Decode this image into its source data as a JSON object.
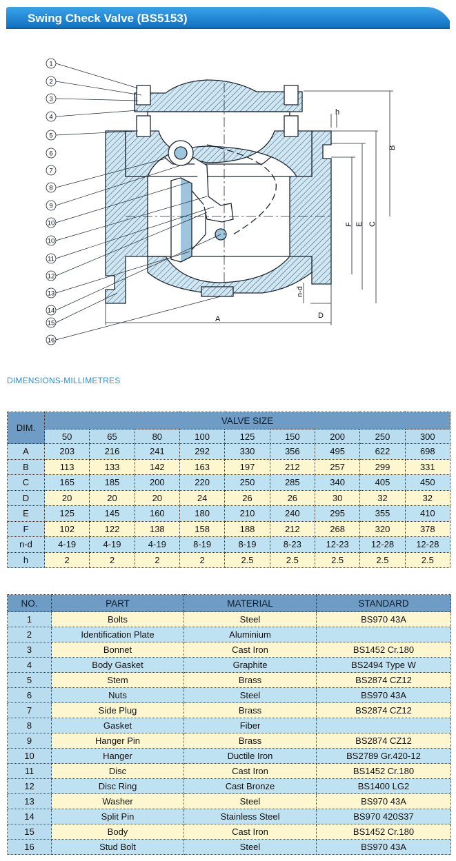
{
  "title": "Swing Check Valve (BS5153)",
  "drawing": {
    "callouts": [
      "1",
      "2",
      "3",
      "4",
      "5",
      "6",
      "7",
      "8",
      "9",
      "10",
      "10",
      "11",
      "12",
      "13",
      "14",
      "15",
      "16"
    ],
    "dimension_labels": {
      "A": "A",
      "B": "B",
      "C": "C",
      "D": "D",
      "E": "E",
      "F": "F",
      "h": "h",
      "nd": "n-d"
    }
  },
  "dims_heading": "DIMENSIONS-MILLIMETRES",
  "dims_table": {
    "dim_header": "DIM.",
    "valve_size_header": "VALVE SIZE",
    "sizes": [
      "50",
      "65",
      "80",
      "100",
      "125",
      "150",
      "200",
      "250",
      "300"
    ],
    "rows": [
      {
        "label": "A",
        "values": [
          "203",
          "216",
          "241",
          "292",
          "330",
          "356",
          "495",
          "622",
          "698"
        ]
      },
      {
        "label": "B",
        "values": [
          "113",
          "133",
          "142",
          "163",
          "197",
          "212",
          "257",
          "299",
          "331"
        ]
      },
      {
        "label": "C",
        "values": [
          "165",
          "185",
          "200",
          "220",
          "250",
          "285",
          "340",
          "405",
          "450"
        ]
      },
      {
        "label": "D",
        "values": [
          "20",
          "20",
          "20",
          "24",
          "26",
          "26",
          "30",
          "32",
          "32"
        ]
      },
      {
        "label": "E",
        "values": [
          "125",
          "145",
          "160",
          "180",
          "210",
          "240",
          "295",
          "355",
          "410"
        ]
      },
      {
        "label": "F",
        "values": [
          "102",
          "122",
          "138",
          "158",
          "188",
          "212",
          "268",
          "320",
          "378"
        ]
      },
      {
        "label": "n-d",
        "values": [
          "4-19",
          "4-19",
          "4-19",
          "8-19",
          "8-19",
          "8-23",
          "12-23",
          "12-28",
          "12-28"
        ]
      },
      {
        "label": "h",
        "values": [
          "2",
          "2",
          "2",
          "2",
          "2.5",
          "2.5",
          "2.5",
          "2.5",
          "2.5"
        ]
      }
    ]
  },
  "parts_table": {
    "headers": {
      "no": "NO.",
      "part": "PART",
      "material": "MATERIAL",
      "standard": "STANDARD"
    },
    "rows": [
      {
        "no": "1",
        "part": "Bolts",
        "material": "Steel",
        "standard": "BS970 43A"
      },
      {
        "no": "2",
        "part": "Identification Plate",
        "material": "Aluminium",
        "standard": ""
      },
      {
        "no": "3",
        "part": "Bonnet",
        "material": "Cast Iron",
        "standard": "BS1452 Cr.180"
      },
      {
        "no": "4",
        "part": "Body Gasket",
        "material": "Graphite",
        "standard": "BS2494 Type W"
      },
      {
        "no": "5",
        "part": "Stem",
        "material": "Brass",
        "standard": "BS2874 CZ12"
      },
      {
        "no": "6",
        "part": "Nuts",
        "material": "Steel",
        "standard": "BS970 43A"
      },
      {
        "no": "7",
        "part": "Side Plug",
        "material": "Brass",
        "standard": "BS2874 CZ12"
      },
      {
        "no": "8",
        "part": "Gasket",
        "material": "Fiber",
        "standard": ""
      },
      {
        "no": "9",
        "part": "Hanger Pin",
        "material": "Brass",
        "standard": "BS2874 CZ12"
      },
      {
        "no": "10",
        "part": "Hanger",
        "material": "Ductile Iron",
        "standard": "BS2789 Gr.420-12"
      },
      {
        "no": "11",
        "part": "Disc",
        "material": "Cast Iron",
        "standard": "BS1452 Cr.180"
      },
      {
        "no": "12",
        "part": "Disc Ring",
        "material": "Cast Bronze",
        "standard": "BS1400 LG2"
      },
      {
        "no": "13",
        "part": "Washer",
        "material": "Steel",
        "standard": "BS970 43A"
      },
      {
        "no": "14",
        "part": "Split Pin",
        "material": "Stainless Steel",
        "standard": "BS970 420S37"
      },
      {
        "no": "15",
        "part": "Body",
        "material": "Cast Iron",
        "standard": "BS1452 Cr.180"
      },
      {
        "no": "16",
        "part": "Stud Bolt",
        "material": "Steel",
        "standard": "BS970 43A"
      }
    ]
  },
  "colors": {
    "title_blue": "#1a83d4",
    "header_blue": "#6f9cc4",
    "row_blue": "#bfe2f2",
    "row_cream": "#fdf6cf",
    "body_fill": "#cfe6f3"
  }
}
